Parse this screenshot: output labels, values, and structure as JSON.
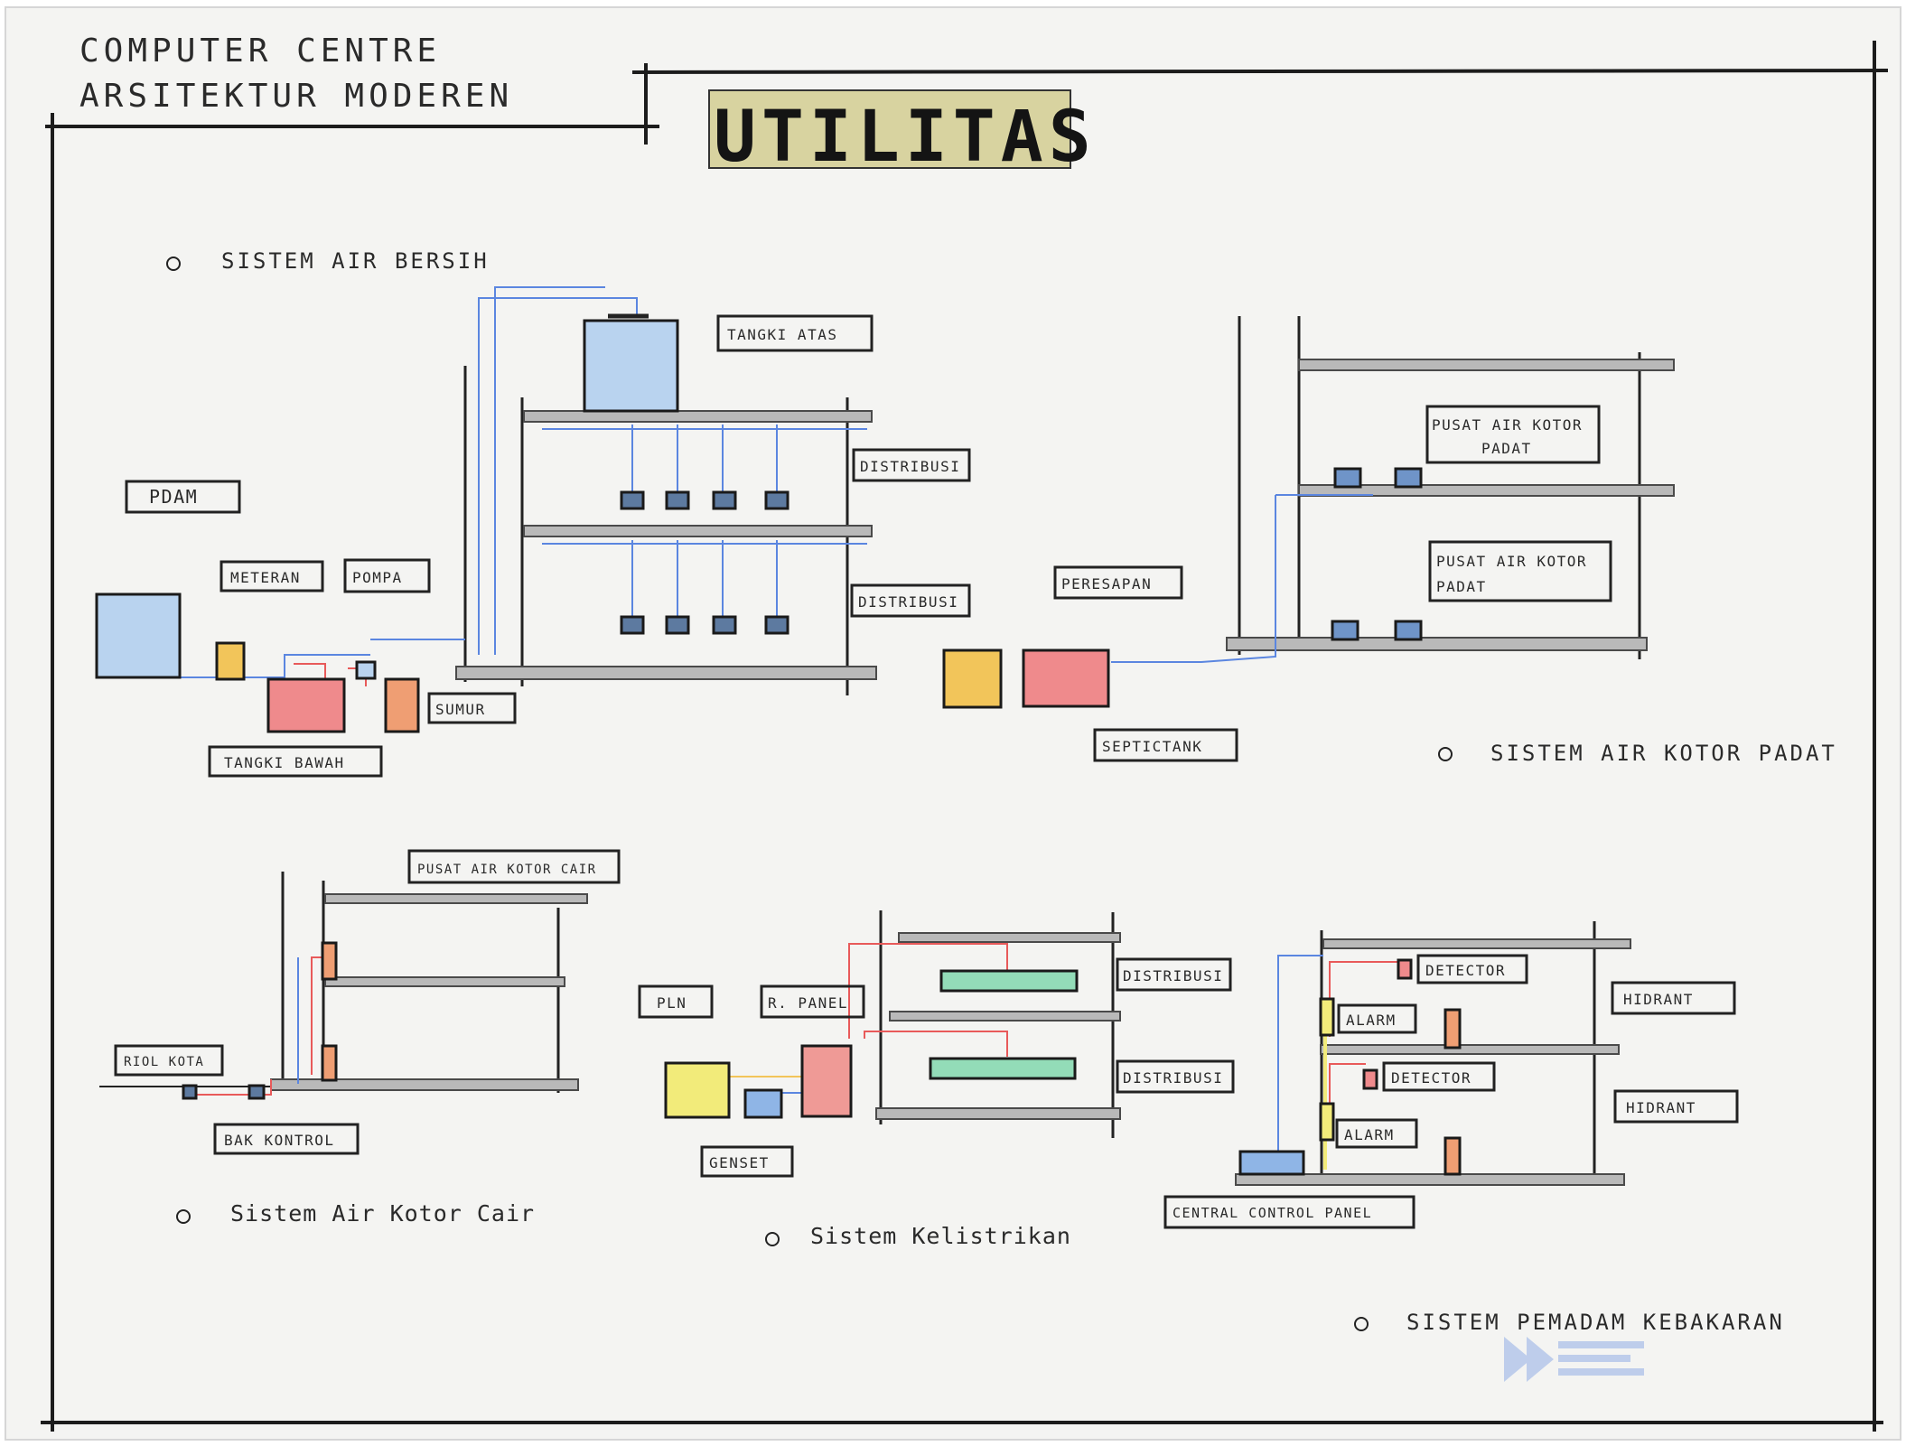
{
  "header": {
    "line1": "COMPUTER CENTRE",
    "line2": "ARSITEKTUR MODEREN"
  },
  "title": "UTILITAS",
  "sections": {
    "air_bersih": {
      "heading": "SISTEM AIR BERSIH",
      "labels": {
        "pdam": "PDAM",
        "meteran": "METERAN",
        "pompa": "POMPA",
        "tangki_bawah": "TANGKI BAWAH",
        "sumur": "SUMUR",
        "tangki_atas": "TANGKI ATAS",
        "distribusi_1": "DISTRIBUSI",
        "distribusi_2": "DISTRIBUSI"
      }
    },
    "air_kotor_padat": {
      "heading": "SISTEM AIR KOTOR PADAT",
      "labels": {
        "peresapan": "PERESAPAN",
        "septictank": "SEPTICTANK",
        "pusat_1_line1": "PUSAT AIR KOTOR",
        "pusat_1_line2": "PADAT",
        "pusat_2_line1": "PUSAT AIR KOTOR",
        "pusat_2_line2": "PADAT"
      }
    },
    "air_kotor_cair": {
      "heading": "Sistem Air Kotor Cair",
      "labels": {
        "pusat": "PUSAT AIR KOTOR CAIR",
        "riol_kota": "RIOL KOTA",
        "bak_kontrol": "BAK KONTROL"
      }
    },
    "kelistrikan": {
      "heading": "Sistem Kelistrikan",
      "labels": {
        "pln": "PLN",
        "r_panel": "R. PANEL",
        "genset": "GENSET",
        "distribusi_1": "DISTRIBUSI",
        "distribusi_2": "DISTRIBUSI"
      }
    },
    "pemadam": {
      "heading": "SISTEM PEMADAM KEBAKARAN",
      "labels": {
        "detector_1": "DETECTOR",
        "alarm_1": "ALARM",
        "detector_2": "DETECTOR",
        "alarm_2": "ALARM",
        "hidrant_1": "HIDRANT",
        "hidrant_2": "HIDRANT",
        "central_panel": "CENTRAL CONTROL PANEL"
      }
    }
  },
  "colors": {
    "paper": "#f4f4f2",
    "tank_blue": "#b9d3ef",
    "tank_red": "#ef8a8c",
    "tank_orange": "#ef9e73",
    "tank_yellow": "#f2c55a",
    "panel_green": "#93dcb8",
    "pipe_blue": "#5b86e0",
    "pipe_red": "#e85a5a",
    "title_bg": "#d8d3a0"
  }
}
